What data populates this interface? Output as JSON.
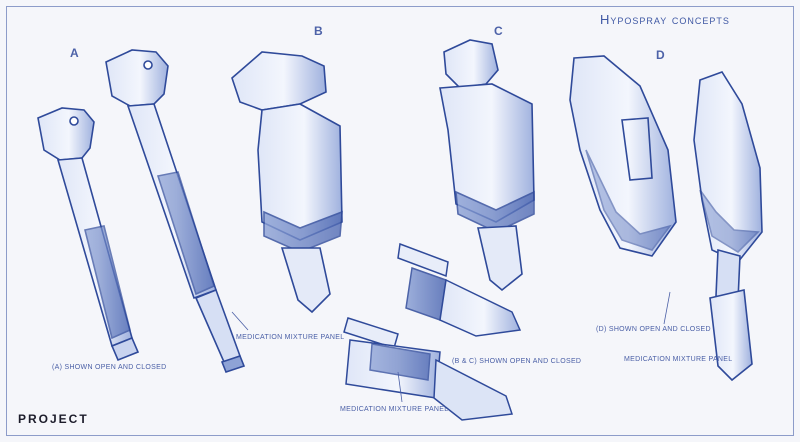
{
  "title": "Hypospray concepts",
  "labels": {
    "a": "A",
    "b": "B",
    "c": "C",
    "d": "D"
  },
  "captions": {
    "a": "(A) SHOWN OPEN AND CLOSED",
    "bc": "(B & C) SHOWN OPEN AND CLOSED",
    "d": "(D) SHOWN OPEN AND CLOSED",
    "panel_a": "MEDICATION MIXTURE PANEL",
    "panel_bc": "MEDICATION MIXTURE PANEL",
    "panel_d": "MEDICATION MIXTURE PANEL"
  },
  "logo": "PROJECT",
  "colors": {
    "ink": "#2f4a9a",
    "fill": "#b9c6e8",
    "paper": "#f5f6fa",
    "frame": "#8d9cc9"
  }
}
